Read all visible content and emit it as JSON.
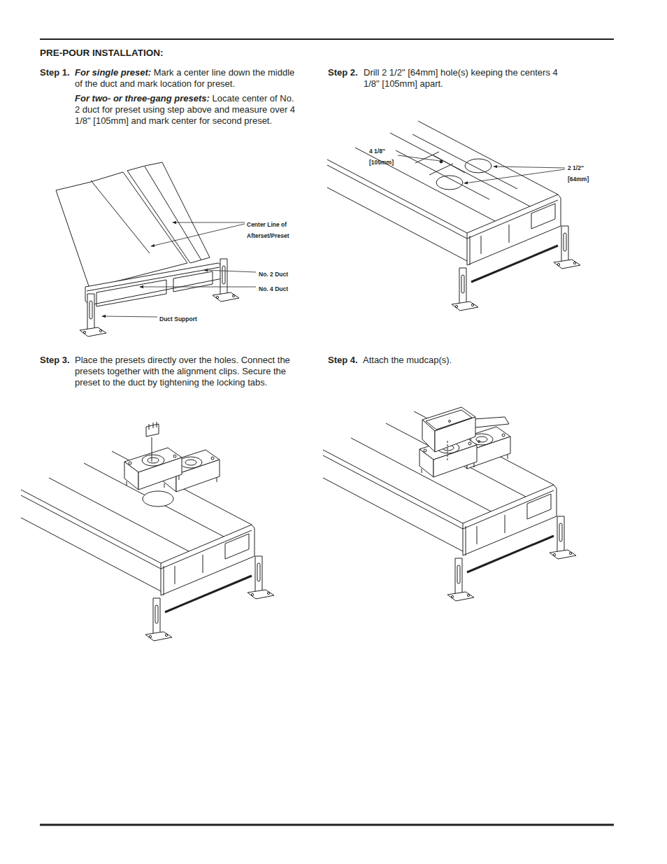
{
  "diagram": {
    "title": "PRE-POUR INSTALLATION:",
    "labels": [
      "Step 1.",
      "For single preset:",
      "Mark a center line down the middle of the duct and mark location for preset.",
      "For two- or three-gang presets:",
      "Locate center of No. 2 duct for preset using step above and measure over 4 1/8\" [105mm] and mark center for second preset.",
      "Step 2.",
      "Drill 2 1/2\" [64mm] hole(s) keeping the centers 4 1/8\" [105mm] apart.",
      "Center Line of Afterset/Preset",
      "No. 2 Duct",
      "No. 4 Duct",
      "Duct Support",
      "4 1/8\" [105mm]",
      "2 1/2\" [64mm]",
      "Step 3.",
      "Place the presets directly over the holes. Connect the presets together with the alignment clips. Secure the preset to the duct by tightening the locking tabs.",
      "Step 4.",
      "Attach the mudcap(s)."
    ]
  }
}
